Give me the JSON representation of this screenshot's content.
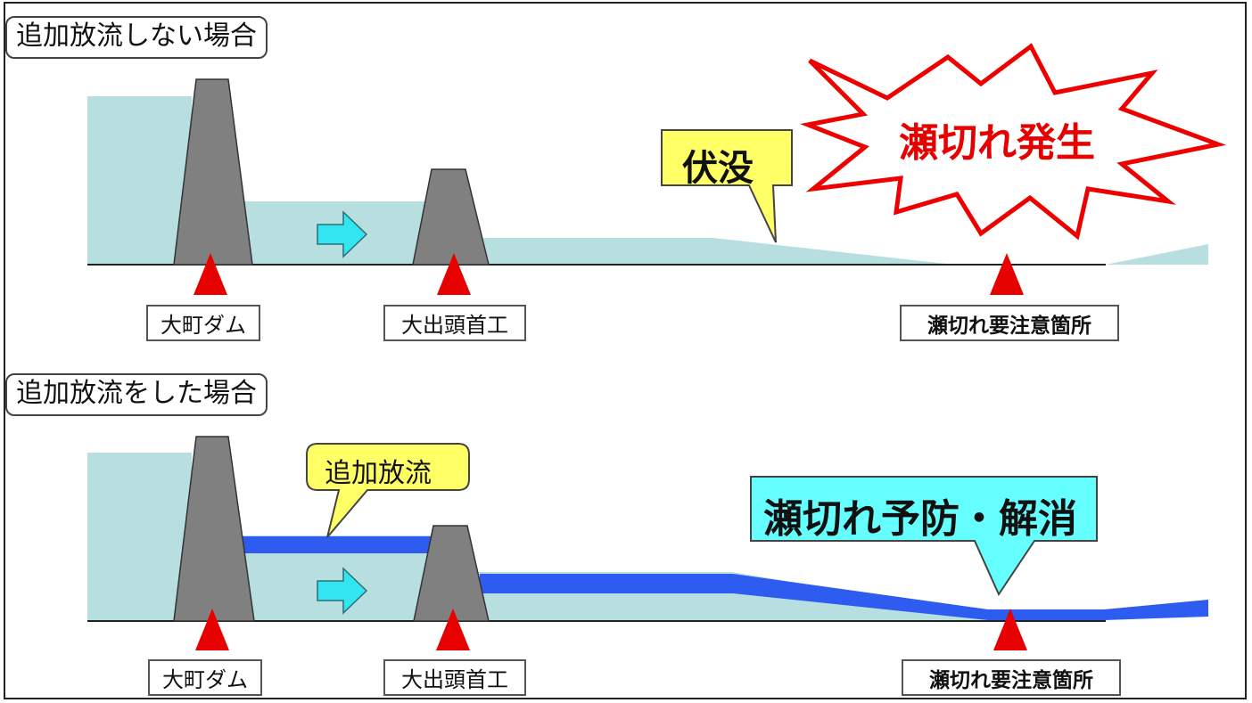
{
  "colors": {
    "water_light": "#b8dfe0",
    "water_extra": "#2e5bf0",
    "dam": "#808080",
    "marker": "#e60000",
    "arrow": "#33e5f0",
    "callout_yellow": "#ffff66",
    "callout_cyan": "#66ffff",
    "burst_text": "#e60000"
  },
  "panel_top": {
    "title": "追加放流しない場合",
    "labels": {
      "dam": "大町ダム",
      "weir": "大出頭首工",
      "caution": "瀬切れ要注意箇所"
    },
    "callout_fukubotsu": "伏没",
    "burst": "瀬切れ発生"
  },
  "panel_bottom": {
    "title": "追加放流をした場合",
    "labels": {
      "dam": "大町ダム",
      "weir": "大出頭首工",
      "caution": "瀬切れ要注意箇所"
    },
    "callout_release": "追加放流",
    "callout_prevent": "瀬切れ予防・解消"
  }
}
